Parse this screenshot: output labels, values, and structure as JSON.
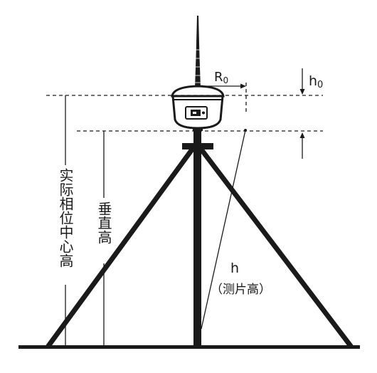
{
  "labels": {
    "r0_main": "R",
    "r0_sub": "0",
    "h0_main": "h",
    "h0_sub": "0",
    "h_slant": "h",
    "h_slant_note": "（测片高）",
    "vertical_height": "垂直高",
    "phase_center_height": "实际相位中心高"
  },
  "colors": {
    "ink": "#1a1a1a",
    "background": "#ffffff"
  }
}
